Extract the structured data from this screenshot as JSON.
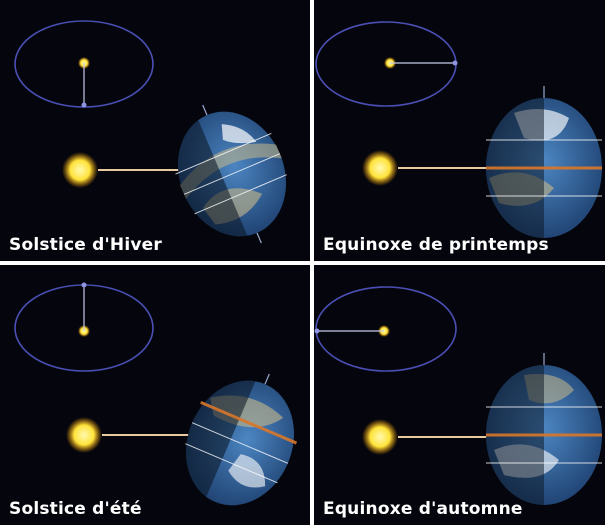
{
  "colors": {
    "background": "#05060d",
    "orbit": "#4a4fb4",
    "sun": "#ffe33a",
    "sun_glow": "#ff9a00",
    "ray": "#e8c9a0",
    "ocean": "#2f66a8",
    "land": "#c9b98a",
    "cloud": "#ffffff",
    "night": "#0a1420",
    "tropic_highlight": "#d9772a"
  },
  "panels": [
    {
      "id": "winter-solstice",
      "caption": "Solstice d'Hiver",
      "marker_side": "bottom"
    },
    {
      "id": "spring-equinox",
      "caption": "Equinoxe de printemps",
      "marker_side": "right"
    },
    {
      "id": "summer-solstice",
      "caption": "Solstice d'été",
      "marker_side": "top"
    },
    {
      "id": "autumn-equinox",
      "caption": "Equinoxe d'automne",
      "marker_side": "left"
    }
  ]
}
